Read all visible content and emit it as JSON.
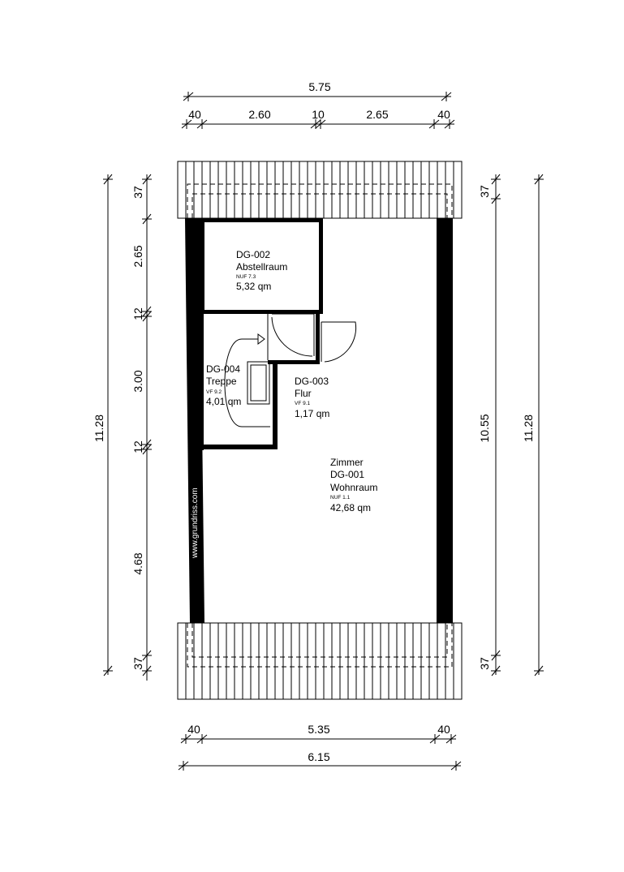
{
  "dimensions": {
    "top_total": "5.75",
    "top_segments": [
      "40",
      "2.60",
      "10",
      "2.65",
      "40"
    ],
    "bottom_segments": [
      "40",
      "5.35",
      "40"
    ],
    "bottom_total": "6.15",
    "left_segments": [
      "37",
      "2.65",
      "12",
      "3.00",
      "12",
      "4.68",
      "37"
    ],
    "left_total": "11.28",
    "right_segments": [
      "37",
      "10.55",
      "37"
    ],
    "right_total": "11.28"
  },
  "rooms": {
    "abstellraum": {
      "id": "DG-002",
      "name": "Abstellraum",
      "code": "NUF 7.3",
      "area": "5,32 qm"
    },
    "treppe": {
      "id": "DG-004",
      "name": "Treppe",
      "code": "VF 9.2",
      "area": "4,01 qm"
    },
    "flur": {
      "id": "DG-003",
      "name": "Flur",
      "code": "VF 9.1",
      "area": "1,17 qm"
    },
    "wohnraum": {
      "type": "Zimmer",
      "id": "DG-001",
      "name": "Wohnraum",
      "code": "NUF 1.1",
      "area": "42,68 qm"
    }
  },
  "watermark": "www.grundriss.com"
}
